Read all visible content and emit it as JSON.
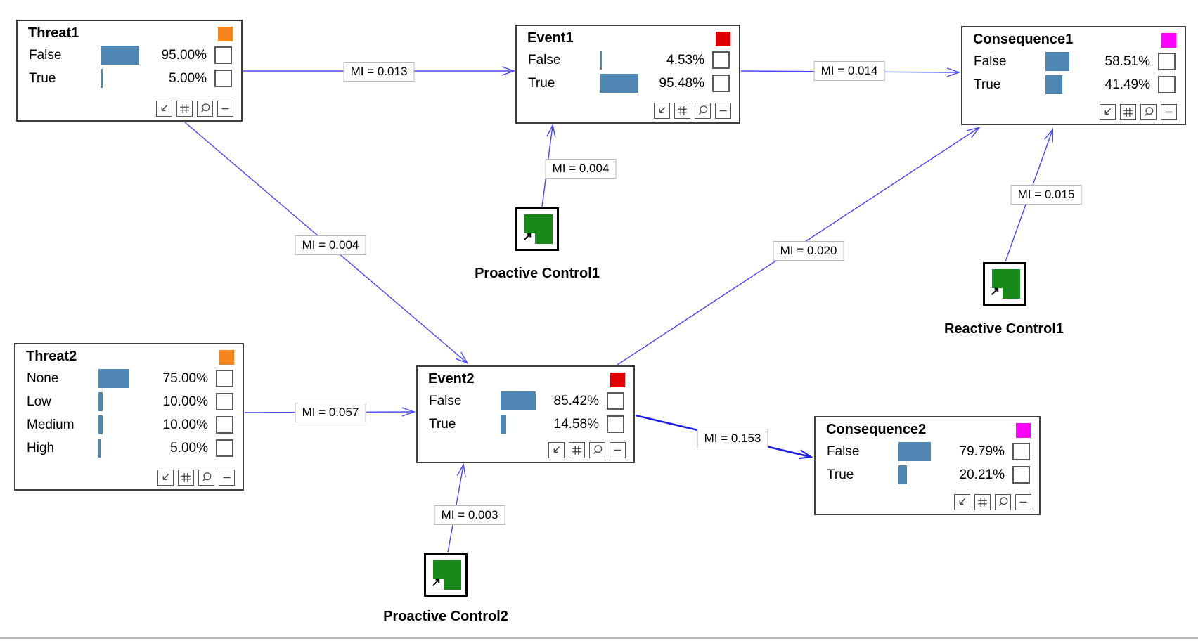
{
  "app": {
    "view": "risk-network-canvas"
  },
  "colors": {
    "bar": "#4e86b4",
    "edge": "#4646ff",
    "edge_strong": "#1e1ee6",
    "threat_chip": "#f5861d",
    "event_chip": "#e00000",
    "consequence_chip": "#ff00ff",
    "control_green": "#188a18",
    "node_border": "#3d3d3d"
  },
  "toolbar_icons": [
    {
      "name": "open-arrow-icon",
      "glyph": "↙"
    },
    {
      "name": "table-grid-icon",
      "glyph": "⊞"
    },
    {
      "name": "magnifier-icon",
      "glyph": "⌕"
    },
    {
      "name": "minimize-icon",
      "glyph": "−"
    }
  ],
  "nodes": [
    {
      "title": "Threat1",
      "chip_color": "#f5861d",
      "states": [
        {
          "label": "False",
          "pct": 95.0,
          "pct_text": "95.00%"
        },
        {
          "label": "True",
          "pct": 5.0,
          "pct_text": "5.00%"
        }
      ]
    },
    {
      "title": "Threat2",
      "chip_color": "#f5861d",
      "states": [
        {
          "label": "None",
          "pct": 75.0,
          "pct_text": "75.00%"
        },
        {
          "label": "Low",
          "pct": 10.0,
          "pct_text": "10.00%"
        },
        {
          "label": "Medium",
          "pct": 10.0,
          "pct_text": "10.00%"
        },
        {
          "label": "High",
          "pct": 5.0,
          "pct_text": "5.00%"
        }
      ]
    },
    {
      "title": "Event1",
      "chip_color": "#e00000",
      "states": [
        {
          "label": "False",
          "pct": 4.53,
          "pct_text": "4.53%"
        },
        {
          "label": "True",
          "pct": 95.48,
          "pct_text": "95.48%"
        }
      ]
    },
    {
      "title": "Event2",
      "chip_color": "#e00000",
      "states": [
        {
          "label": "False",
          "pct": 85.42,
          "pct_text": "85.42%"
        },
        {
          "label": "True",
          "pct": 14.58,
          "pct_text": "14.58%"
        }
      ]
    },
    {
      "title": "Consequence1",
      "chip_color": "#ff00ff",
      "states": [
        {
          "label": "False",
          "pct": 58.51,
          "pct_text": "58.51%"
        },
        {
          "label": "True",
          "pct": 41.49,
          "pct_text": "41.49%"
        }
      ]
    },
    {
      "title": "Consequence2",
      "chip_color": "#ff00ff",
      "states": [
        {
          "label": "False",
          "pct": 79.79,
          "pct_text": "79.79%"
        },
        {
          "label": "True",
          "pct": 20.21,
          "pct_text": "20.21%"
        }
      ]
    }
  ],
  "controls": [
    {
      "label": "Proactive Control1"
    },
    {
      "label": "Reactive Control1"
    },
    {
      "label": "Proactive Control2"
    }
  ],
  "edges": [
    {
      "from": "Threat1",
      "to": "Event1",
      "label": "MI = 0.013"
    },
    {
      "from": "Event1",
      "to": "Consequence1",
      "label": "MI = 0.014"
    },
    {
      "from": "Proactive Control1",
      "to": "Event1",
      "label": "MI = 0.004"
    },
    {
      "from": "Threat1",
      "to": "Event2",
      "label": "MI = 0.004"
    },
    {
      "from": "Threat2",
      "to": "Event2",
      "label": "MI = 0.057"
    },
    {
      "from": "Event2",
      "to": "Consequence2",
      "label": "MI = 0.153"
    },
    {
      "from": "Event2",
      "to": "Consequence1",
      "label": "MI = 0.020"
    },
    {
      "from": "Reactive Control1",
      "to": "Consequence1",
      "label": "MI = 0.015"
    },
    {
      "from": "Proactive Control2",
      "to": "Event2",
      "label": "MI = 0.003"
    }
  ]
}
